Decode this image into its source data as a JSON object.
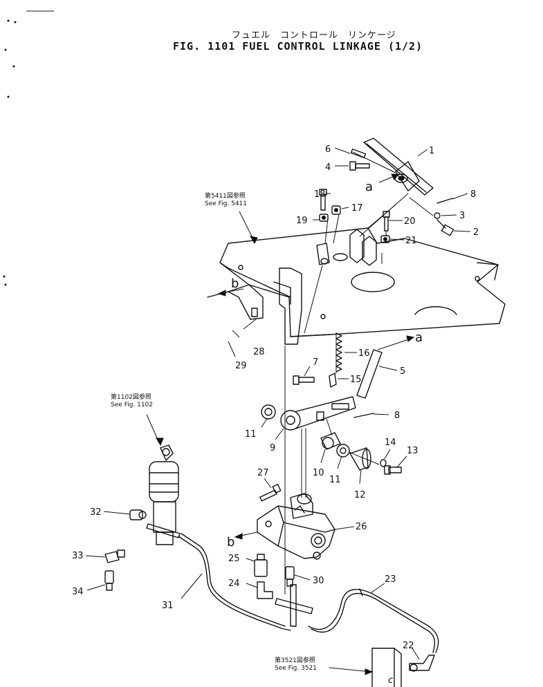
{
  "title": {
    "japanese": "フュエル　コントロール　リンケージ",
    "english": "FIG. 1101  FUEL CONTROL LINKAGE (1/2)"
  },
  "references": [
    {
      "id": "ref-5411",
      "japanese": "第5411図参照",
      "english": "See Fig. 5411"
    },
    {
      "id": "ref-1102",
      "japanese": "第1102図参照",
      "english": "See Fig. 1102"
    },
    {
      "id": "ref-3521",
      "japanese": "第3521図参照",
      "english": "See Fig. 3521"
    }
  ],
  "view_letters": [
    "a",
    "a",
    "b",
    "b"
  ],
  "part_labels": [
    "1",
    "2",
    "3",
    "4",
    "5",
    "6",
    "7",
    "8",
    "8",
    "9",
    "10",
    "11",
    "11",
    "12",
    "13",
    "14",
    "15",
    "16",
    "17",
    "18",
    "19",
    "20",
    "21",
    "22",
    "23",
    "24",
    "25",
    "26",
    "27",
    "28",
    "29",
    "30",
    "31",
    "32",
    "33",
    "34"
  ],
  "cylinder_letter": "c"
}
